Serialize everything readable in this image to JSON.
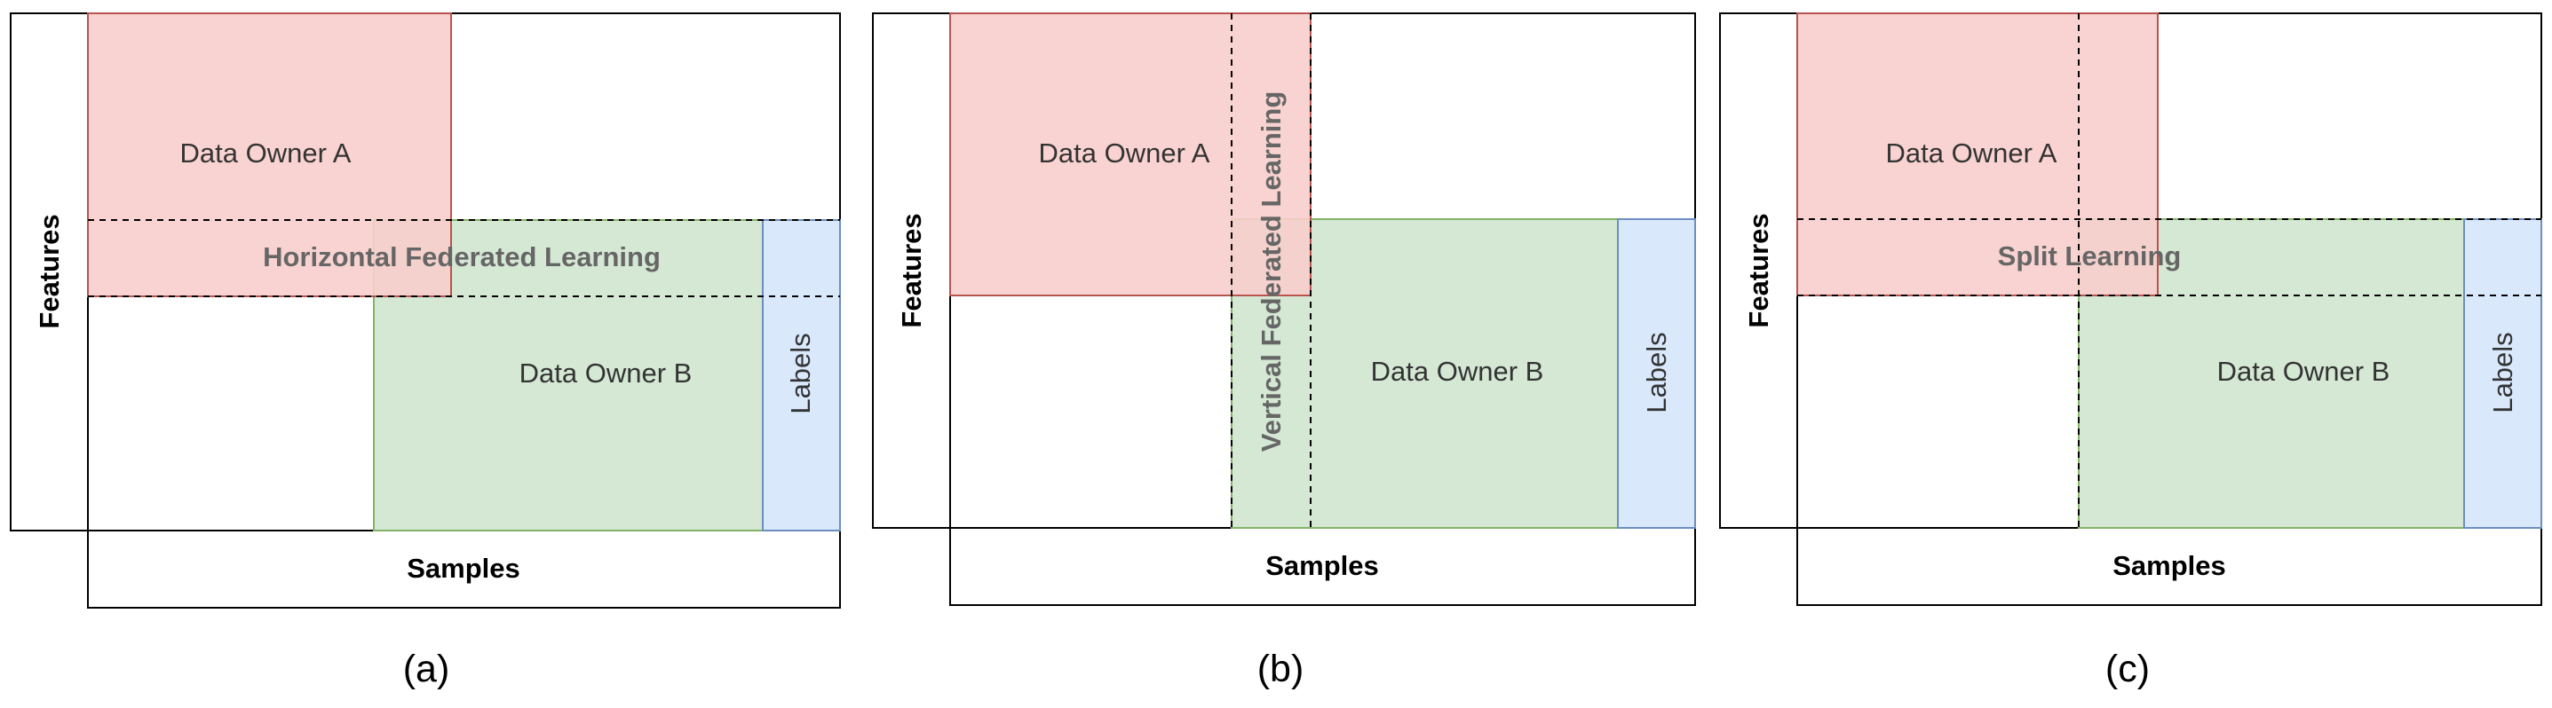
{
  "panels": [
    {
      "caption": "(a)",
      "owner_a": "Data Owner A",
      "owner_b": "Data Owner B",
      "labels": "Labels",
      "features_axis": "Features",
      "samples_axis": "Samples",
      "method": "Horizontal Federated Learning"
    },
    {
      "caption": "(b)",
      "owner_a": "Data Owner A",
      "owner_b": "Data Owner B",
      "labels": "Labels",
      "features_axis": "Features",
      "samples_axis": "Samples",
      "method": "Vertical Federated Learning"
    },
    {
      "caption": "(c)",
      "owner_a": "Data Owner A",
      "owner_b": "Data Owner B",
      "labels": "Labels",
      "features_axis": "Features",
      "samples_axis": "Samples",
      "method": "Split Learning"
    }
  ],
  "colors": {
    "owner_a_fill": "#f8cecc",
    "owner_a_stroke": "#b85450",
    "owner_b_fill": "#d5e8d4",
    "owner_b_stroke": "#82b366",
    "labels_fill": "#dae8fc",
    "labels_stroke": "#6c8ebf"
  }
}
